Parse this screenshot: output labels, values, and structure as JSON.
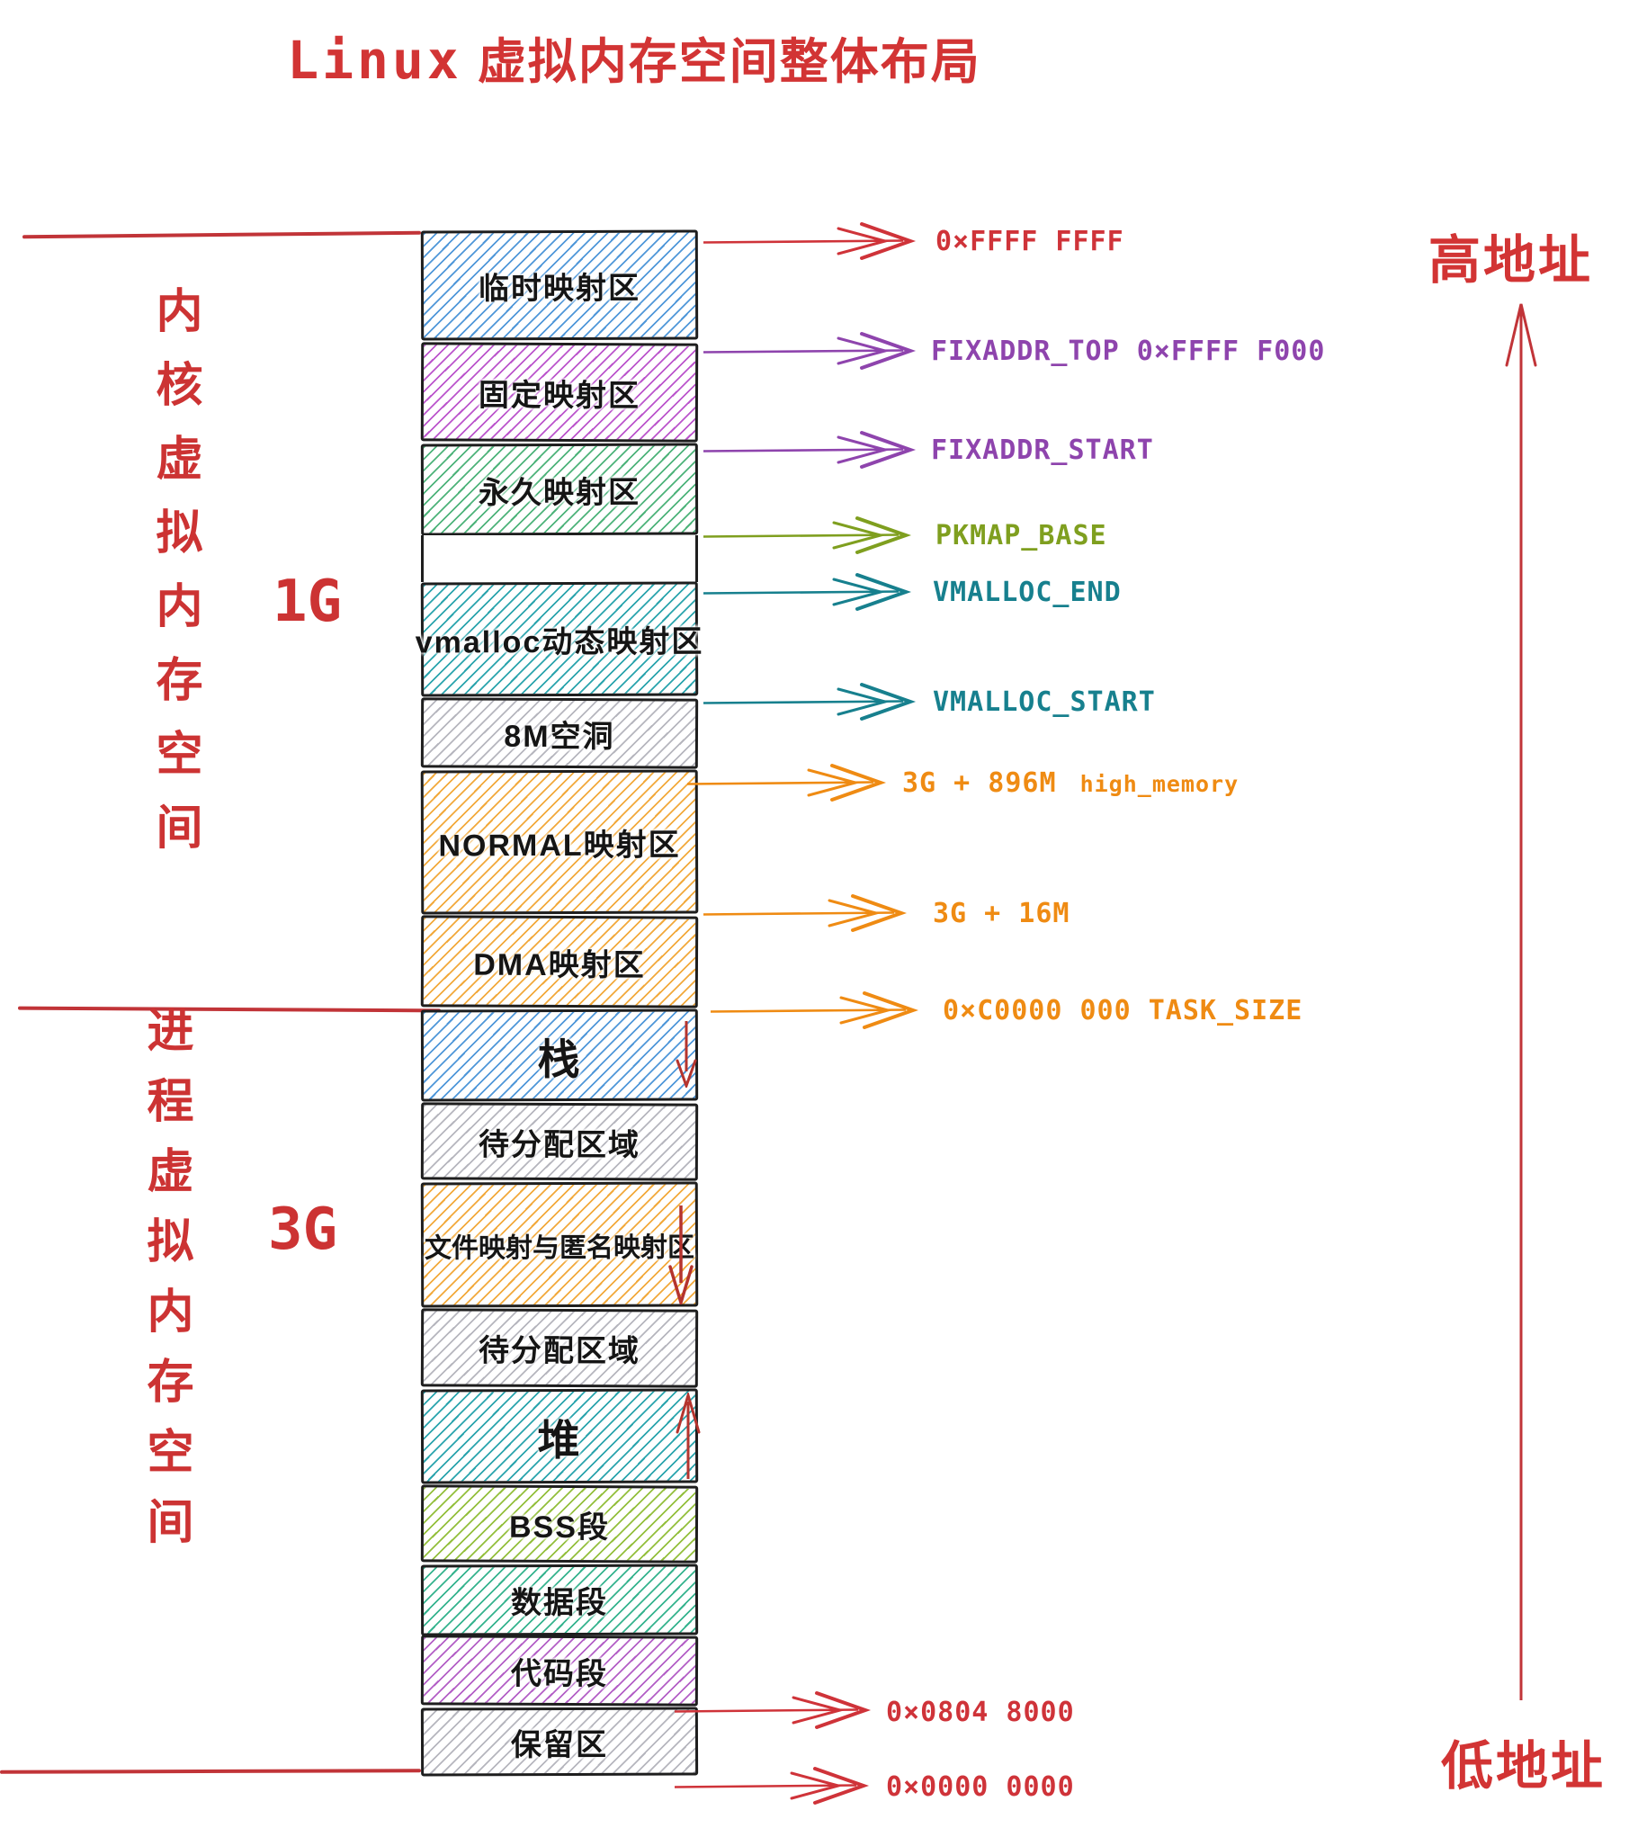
{
  "title": {
    "prefix": "Linux",
    "main": "虚拟内存空间整体布局"
  },
  "left": {
    "kernel_label": "内核虚拟内存空间",
    "kernel_size": "1G",
    "process_label": "进程虚拟内存空间",
    "process_size": "3G"
  },
  "right": {
    "high_label": "高地址",
    "low_label": "低地址"
  },
  "stack": {
    "blocks": [
      {
        "label": "临时映射区",
        "color": "#4f97d9"
      },
      {
        "label": "固定映射区",
        "color": "#bb55cc"
      },
      {
        "label": "永久映射区",
        "color": "#4db37a"
      },
      {
        "label": "",
        "color": "#ffffff"
      },
      {
        "label": "vmalloc动态映射区",
        "color": "#2aa4ad"
      },
      {
        "label": "8M空洞",
        "color": "#b6b6be"
      },
      {
        "label": "NORMAL映射区",
        "color": "#f2a93b"
      },
      {
        "label": "DMA映射区",
        "color": "#f2a93b"
      },
      {
        "label": "栈",
        "color": "#4f97d9",
        "grow": "down"
      },
      {
        "label": "待分配区域",
        "color": "#b6b6be"
      },
      {
        "label": "文件映射与匿名映射区",
        "color": "#f2a93b",
        "grow": "down"
      },
      {
        "label": "待分配区域",
        "color": "#b6b6be"
      },
      {
        "label": "堆",
        "color": "#2aa4ad",
        "grow": "up"
      },
      {
        "label": "BSS段",
        "color": "#93bf3c"
      },
      {
        "label": "数据段",
        "color": "#35b38e"
      },
      {
        "label": "代码段",
        "color": "#b35fc6"
      },
      {
        "label": "保留区",
        "color": "#b6b6be"
      }
    ]
  },
  "annotations": [
    {
      "text": "0×FFFF FFFF",
      "color": "#cf3339"
    },
    {
      "text": "FIXADDR_TOP  0×FFFF F000",
      "color": "#8e44ad"
    },
    {
      "text": "FIXADDR_START",
      "color": "#8e44ad"
    },
    {
      "text": "PKMAP_BASE",
      "color": "#7f9f1f"
    },
    {
      "text": "VMALLOC_END",
      "color": "#17808e"
    },
    {
      "text": "VMALLOC_START",
      "color": "#17808e"
    },
    {
      "text": "3G + 896M",
      "suffix": "high_memory",
      "color": "#ef8b13"
    },
    {
      "text": "3G + 16M",
      "color": "#ef8b13"
    },
    {
      "text": "0×C0000 000  TASK_SIZE",
      "color": "#ef8b13"
    },
    {
      "text": "0×0804 8000",
      "color": "#cf3339"
    },
    {
      "text": "0×0000 0000",
      "color": "#cf3339"
    }
  ],
  "palette": {
    "red": "#cf3339",
    "purple": "#8e44ad",
    "olive": "#7f9f1f",
    "teal": "#17808e",
    "orange": "#ef8b13",
    "ink": "#1e1e1e",
    "grow_arrow_red": "#b5342e",
    "side_text_red": "#cc3333"
  }
}
